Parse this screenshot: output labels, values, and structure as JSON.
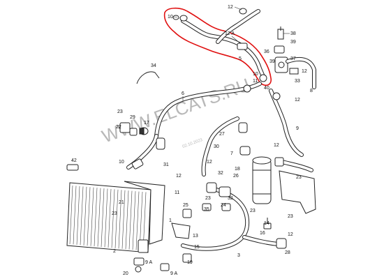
{
  "watermark": {
    "main": "WWW.ELCATS.RU",
    "small": "02.10.2023"
  },
  "highlight_color": "#e01010",
  "callouts": [
    {
      "id": "c1",
      "text": "12"
    },
    {
      "id": "c2",
      "text": "10"
    },
    {
      "id": "c3",
      "text": "12 A"
    },
    {
      "id": "c4",
      "text": "38"
    },
    {
      "id": "c5",
      "text": "39"
    },
    {
      "id": "c6",
      "text": "36"
    },
    {
      "id": "c7",
      "text": "37"
    },
    {
      "id": "c8",
      "text": "5"
    },
    {
      "id": "c9",
      "text": "39"
    },
    {
      "id": "c10",
      "text": "12"
    },
    {
      "id": "c11",
      "text": "34"
    },
    {
      "id": "c12",
      "text": "10"
    },
    {
      "id": "c13",
      "text": "11"
    },
    {
      "id": "c14",
      "text": "33"
    },
    {
      "id": "c15",
      "text": "40"
    },
    {
      "id": "c16",
      "text": "8"
    },
    {
      "id": "c17",
      "text": "12"
    },
    {
      "id": "c18",
      "text": "6"
    },
    {
      "id": "c19",
      "text": "23"
    },
    {
      "id": "c20",
      "text": "29"
    },
    {
      "id": "c21",
      "text": "22"
    },
    {
      "id": "c22",
      "text": "17"
    },
    {
      "id": "c23",
      "text": "27"
    },
    {
      "id": "c24",
      "text": "9"
    },
    {
      "id": "c25",
      "text": "30"
    },
    {
      "id": "c26",
      "text": "7"
    },
    {
      "id": "c27",
      "text": "12"
    },
    {
      "id": "c28",
      "text": "42"
    },
    {
      "id": "c29",
      "text": "10"
    },
    {
      "id": "c30",
      "text": "31"
    },
    {
      "id": "c31",
      "text": "12"
    },
    {
      "id": "c32",
      "text": "32"
    },
    {
      "id": "c33",
      "text": "18"
    },
    {
      "id": "c34",
      "text": "26"
    },
    {
      "id": "c35",
      "text": "23"
    },
    {
      "id": "c36",
      "text": "12"
    },
    {
      "id": "c37",
      "text": "11"
    },
    {
      "id": "c38",
      "text": "21"
    },
    {
      "id": "c39",
      "text": "23"
    },
    {
      "id": "c40",
      "text": "25"
    },
    {
      "id": "c41",
      "text": "23"
    },
    {
      "id": "c42",
      "text": "24"
    },
    {
      "id": "c43",
      "text": "35"
    },
    {
      "id": "c44",
      "text": "32"
    },
    {
      "id": "c45",
      "text": "23"
    },
    {
      "id": "c46",
      "text": "14"
    },
    {
      "id": "c47",
      "text": "16"
    },
    {
      "id": "c48",
      "text": "23"
    },
    {
      "id": "c49",
      "text": "12"
    },
    {
      "id": "c50",
      "text": "1"
    },
    {
      "id": "c51",
      "text": "13"
    },
    {
      "id": "c52",
      "text": "15"
    },
    {
      "id": "c53",
      "text": "28"
    },
    {
      "id": "c54",
      "text": "2"
    },
    {
      "id": "c55",
      "text": "3"
    },
    {
      "id": "c56",
      "text": "19"
    },
    {
      "id": "c57",
      "text": "9 A"
    },
    {
      "id": "c58",
      "text": "20"
    },
    {
      "id": "c59",
      "text": "9 A"
    }
  ]
}
